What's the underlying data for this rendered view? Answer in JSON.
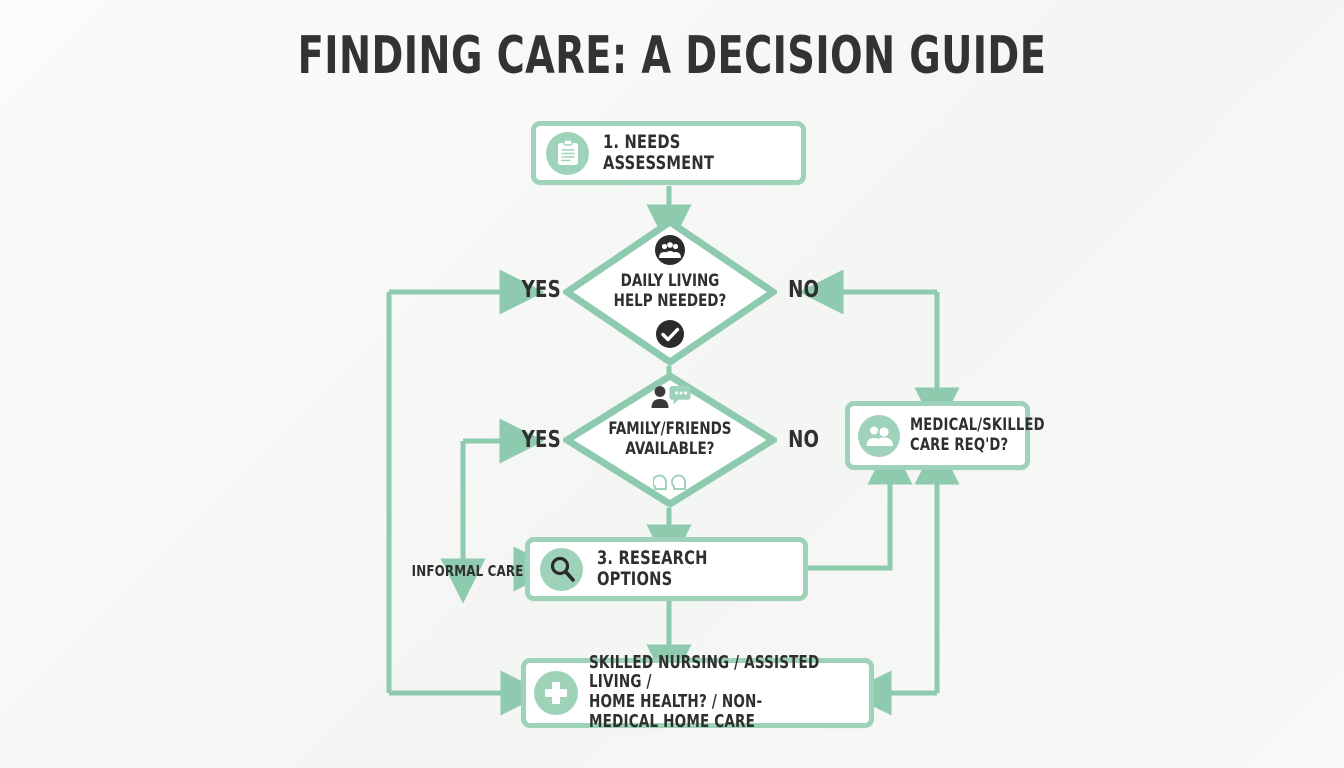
{
  "page": {
    "title": "FINDING CARE: A DECISION GUIDE",
    "background_color": "#f7f8f7",
    "accent_color": "#9ed3b9",
    "text_color": "#2f2f2f",
    "node_fill": "#ffffff",
    "dark_icon_color": "#2b2b2b"
  },
  "nodes": {
    "needs_assessment": {
      "label": "1. NEEDS ASSESSMENT",
      "icon": "clipboard-icon",
      "shape": "rounded-rectangle"
    },
    "daily_living": {
      "label": "DAILY LIVING\nHELP NEEDED?",
      "icon_top": "group-people-icon",
      "icon_bottom": "check-circle-icon",
      "shape": "diamond"
    },
    "family_friends": {
      "label": "FAMILY/FRIENDS\nAVAILABLE?",
      "icon_top": "person-speech-bubble-icon",
      "icon_bottom": "two-heads-icon",
      "shape": "diamond"
    },
    "medical_skilled": {
      "label": "MEDICAL/SKILLED\nCARE REQ'D?",
      "icon": "caregiver-people-icon",
      "shape": "rounded-rectangle"
    },
    "research_options": {
      "label": "3. RESEARCH OPTIONS",
      "icon": "magnifier-icon",
      "shape": "rounded-rectangle"
    },
    "outcomes": {
      "label": "SKILLED NURSING /    ASSISTED LIVING /\nHOME HEALTH?  /  NON-MEDICAL HOME CARE",
      "icon": "medical-cross-icon",
      "shape": "rounded-rectangle"
    }
  },
  "edge_labels": {
    "daily_yes": "YES",
    "daily_no": "NO",
    "family_yes": "YES",
    "family_no": "NO",
    "informal_care": "INFORMAL CARE"
  },
  "chart_data": {
    "type": "table",
    "title": "FINDING CARE: A DECISION GUIDE",
    "diagram_type": "flowchart",
    "nodes": [
      {
        "id": "needs_assessment",
        "label": "1. NEEDS ASSESSMENT",
        "shape": "process",
        "icon": "clipboard-icon"
      },
      {
        "id": "daily_living",
        "label": "DAILY LIVING HELP NEEDED?",
        "shape": "decision",
        "icon": "group-people-icon"
      },
      {
        "id": "family_friends",
        "label": "FAMILY/FRIENDS AVAILABLE?",
        "shape": "decision",
        "icon": "person-speech-bubble-icon"
      },
      {
        "id": "medical_skilled",
        "label": "MEDICAL/SKILLED CARE REQ'D?",
        "shape": "process",
        "icon": "caregiver-people-icon"
      },
      {
        "id": "research_options",
        "label": "3. RESEARCH OPTIONS",
        "shape": "process",
        "icon": "magnifier-icon"
      },
      {
        "id": "outcomes",
        "label": "SKILLED NURSING / ASSISTED LIVING / HOME HEALTH? / NON-MEDICAL HOME CARE",
        "shape": "process",
        "icon": "medical-cross-icon"
      }
    ],
    "edges": [
      {
        "from": "needs_assessment",
        "to": "daily_living",
        "label": ""
      },
      {
        "from": "daily_living",
        "to": "outcomes",
        "label": "YES"
      },
      {
        "from": "daily_living",
        "to": "medical_skilled",
        "label": "NO"
      },
      {
        "from": "daily_living",
        "to": "family_friends",
        "label": ""
      },
      {
        "from": "family_friends",
        "to": "research_options",
        "label": "YES / INFORMAL CARE"
      },
      {
        "from": "family_friends",
        "to": "medical_skilled",
        "label": "NO"
      },
      {
        "from": "family_friends",
        "to": "research_options",
        "label": ""
      },
      {
        "from": "research_options",
        "to": "medical_skilled",
        "label": ""
      },
      {
        "from": "research_options",
        "to": "outcomes",
        "label": ""
      },
      {
        "from": "medical_skilled",
        "to": "outcomes",
        "label": ""
      }
    ]
  }
}
